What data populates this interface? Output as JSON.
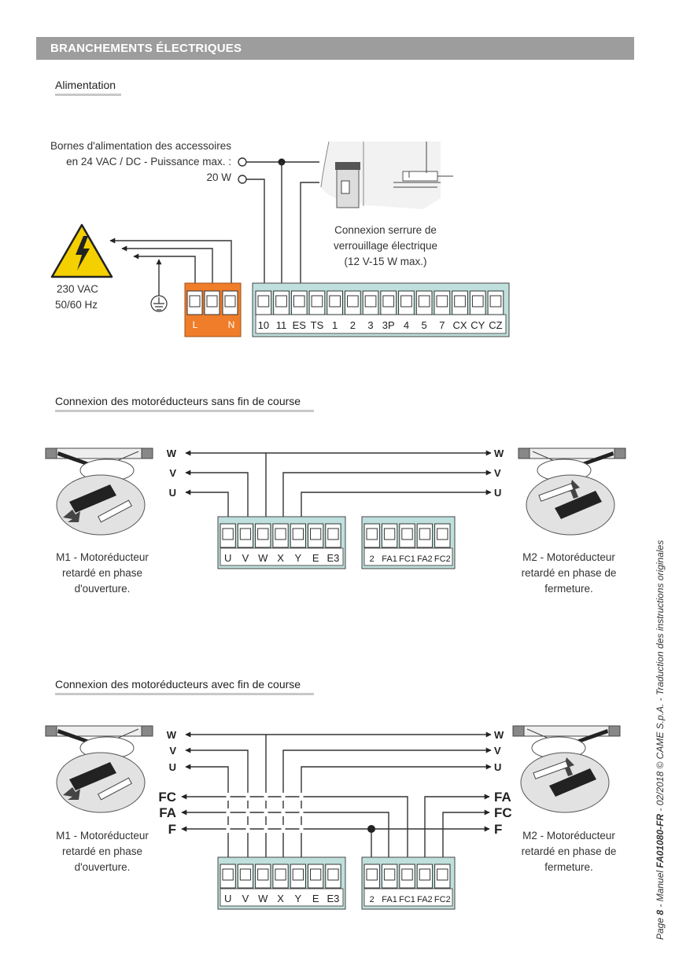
{
  "header": {
    "title": "BRANCHEMENTS ÉLECTRIQUES"
  },
  "sections": {
    "power": {
      "title": "Alimentation"
    },
    "without_limit": {
      "title": "Connexion des motoréducteurs sans fin de course"
    },
    "with_limit": {
      "title": "Connexion des motoréducteurs avec fin de course"
    }
  },
  "power": {
    "accessories_line1": "Bornes d'alimentation des accessoires",
    "accessories_line2": "en 24 VAC / DC - Puissance max. :",
    "accessories_line3": "20 W",
    "lock_line1": "Connexion serrure de",
    "lock_line2": "verrouillage électrique",
    "lock_line3": "(12 V-15 W max.)",
    "mains_line1": "230 VAC",
    "mains_line2": "50/60 Hz",
    "ln_terminals": [
      "L",
      "N"
    ],
    "main_terminals": [
      "10",
      "11",
      "ES",
      "TS",
      "1",
      "2",
      "3",
      "3P",
      "4",
      "5",
      "7",
      "CX",
      "CY",
      "CZ"
    ]
  },
  "motors": {
    "m1_line1": "M1 - Motoréducteur",
    "m1_line2": "retardé en phase",
    "m1_line3": "d'ouverture.",
    "m2_line1": "M2 - Motoréducteur",
    "m2_line2": "retardé en phase de",
    "m2_line3": "fermeture.",
    "wires": [
      "W",
      "V",
      "U"
    ],
    "limit_left": [
      "FC",
      "FA",
      "F"
    ],
    "limit_right": [
      "FA",
      "FC",
      "F"
    ],
    "motor_terminals": [
      "U",
      "V",
      "W",
      "X",
      "Y",
      "E",
      "E3"
    ],
    "limit_terminals": [
      "2",
      "FA1",
      "FC1",
      "FA2",
      "FC2"
    ]
  },
  "footer": {
    "prefix": "Page ",
    "page": "8",
    "middle": " - Manuel ",
    "code": "FA01080-FR",
    "suffix": " - 02/2018 © CAME S.p.A. - Traduction des instructions originales"
  },
  "colors": {
    "header": "#9d9d9d",
    "terminal_green": "#bfe0dc",
    "terminal_orange": "#ef7d2a",
    "warning_yellow": "#f4d000"
  }
}
